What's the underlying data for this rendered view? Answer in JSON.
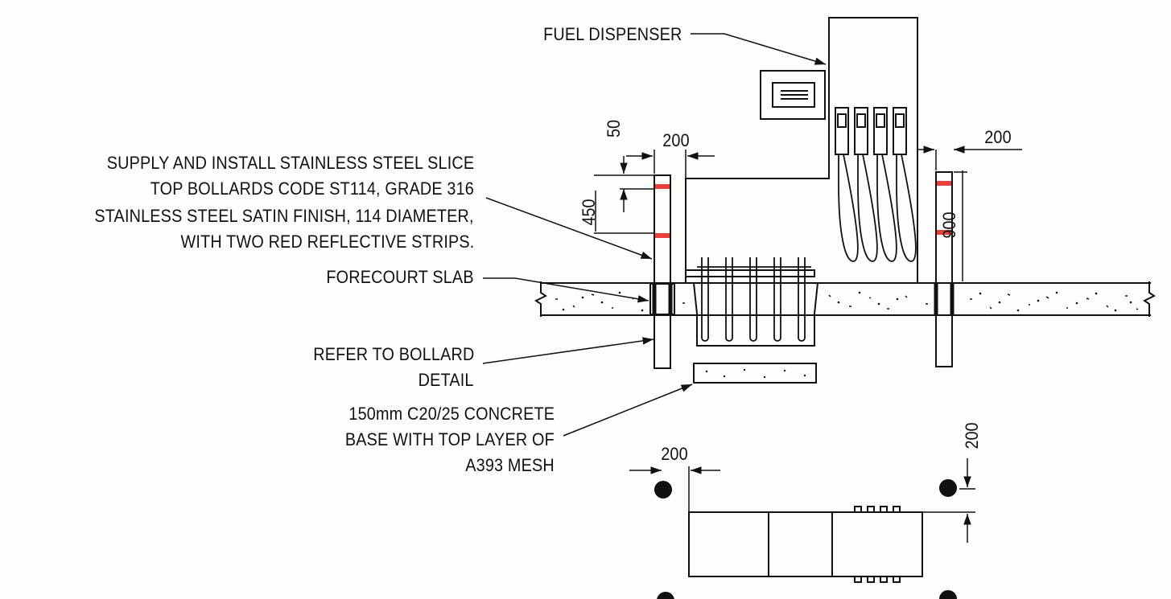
{
  "labels": {
    "fuel_dispenser": "FUEL DISPENSER",
    "bollard_note": [
      "SUPPLY AND INSTALL STAINLESS STEEL SLICE",
      "TOP BOLLARDS CODE ST114, GRADE 316",
      "STAINLESS STEEL  SATIN FINISH, 114 DIAMETER,",
      "WITH TWO RED REFLECTIVE STRIPS."
    ],
    "forecourt_slab": "FORECOURT SLAB",
    "bollard_detail": [
      "REFER TO BOLLARD",
      "DETAIL"
    ],
    "concrete_base": [
      "150mm C20/25 CONCRETE",
      "BASE WITH TOP LAYER OF",
      "A393 MESH"
    ]
  },
  "dimensions": {
    "dim_50": "50",
    "dim_450": "450",
    "dim_200_left": "200",
    "dim_200_right": "200",
    "dim_900": "900",
    "plan_dim_200_top": "200",
    "plan_dim_200_side": "200"
  },
  "colors": {
    "line": "#111111",
    "reflective_strip": "#e8413a",
    "paper": "#fdfdfc"
  }
}
